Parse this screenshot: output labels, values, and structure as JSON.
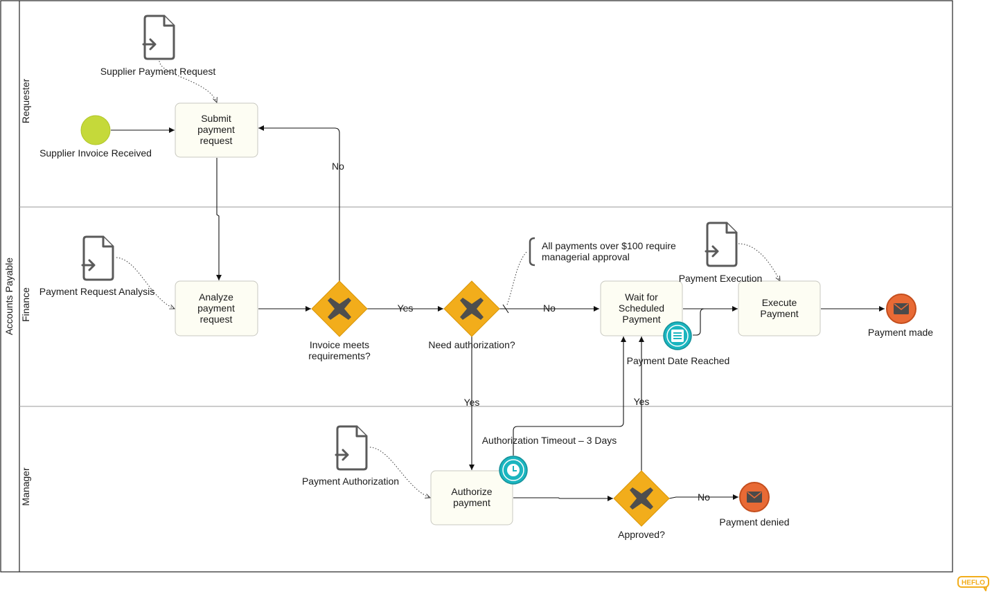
{
  "pool": {
    "name": "Accounts Payable"
  },
  "lanes": [
    {
      "name": "Requester"
    },
    {
      "name": "Finance"
    },
    {
      "name": "Manager"
    }
  ],
  "start_event": {
    "label": "Supplier Invoice Received",
    "color": "#c5d93a"
  },
  "tasks": {
    "submit": "Submit\npayment\nrequest",
    "analyze": "Analyze\npayment\nrequest",
    "wait": "Wait for\nScheduled\nPayment",
    "execute": "Execute\nPayment",
    "authorize": "Authorize\npayment"
  },
  "gateways": {
    "requirements": "Invoice meets\nrequirements?",
    "need_auth": "Need authorization?",
    "approved": "Approved?"
  },
  "documents": {
    "supplier_request": "Supplier Payment Request",
    "analysis": "Payment Request Analysis",
    "execution": "Payment Execution",
    "authorization": "Payment Authorization"
  },
  "flow_labels": {
    "req_no": "No",
    "req_yes": "Yes",
    "auth_no": "No",
    "auth_yes": "Yes",
    "approved_yes": "Yes",
    "approved_no": "No"
  },
  "annotation": "All payments over $100 require\nmanagerial approval",
  "boundary_events": {
    "timer": "Authorization Timeout – 3 Days",
    "conditional": "Payment Date Reached"
  },
  "end_events": {
    "made": "Payment made",
    "denied": "Payment denied"
  },
  "logo": "HEFLO",
  "colors": {
    "gateway": "#f2ad1b",
    "end_event": "#e86a35",
    "boundary": "#1bb5bf",
    "task_fill": "#fdfdf3"
  },
  "icons": {
    "document": "document-import-icon",
    "gateway": "exclusive-gateway-x-icon",
    "end": "envelope-icon",
    "timer": "clock-icon",
    "conditional": "list-icon"
  }
}
